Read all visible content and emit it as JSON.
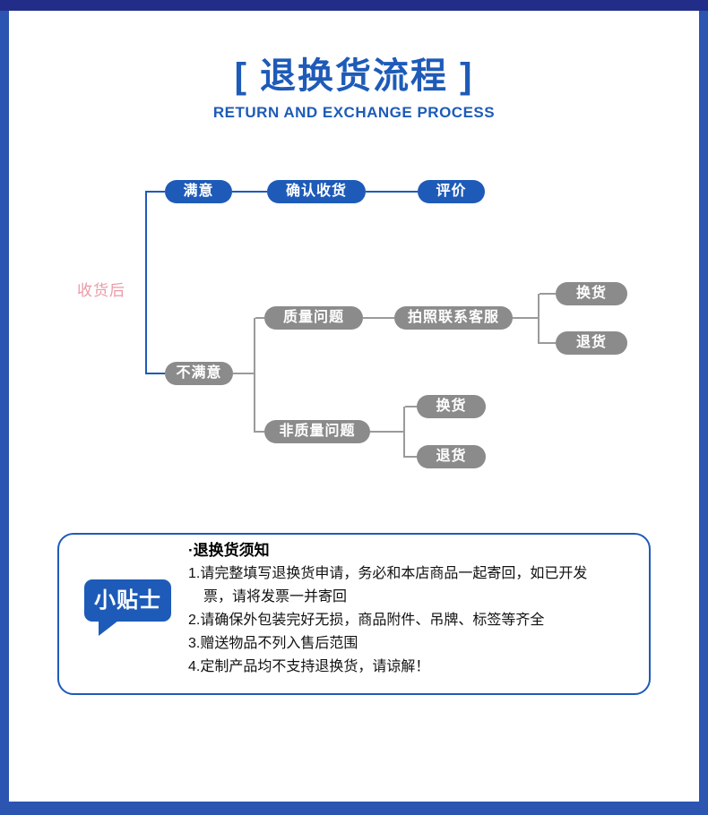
{
  "header": {
    "title": "[ 退换货流程 ]",
    "subtitle": "RETURN AND EXCHANGE PROCESS"
  },
  "flow": {
    "receipt_label": "收货后",
    "nodes": {
      "satisfied": "满意",
      "confirm": "确认收货",
      "review": "评价",
      "unsatisfied": "不满意",
      "quality": "质量问题",
      "contact": "拍照联系客服",
      "exchange_a": "换货",
      "return_a": "退货",
      "nonquality": "非质量问题",
      "exchange_b": "换货",
      "return_b": "退货"
    }
  },
  "tips": {
    "badge": "小贴士",
    "heading": "·退换货须知",
    "lines": [
      "1.请完整填写退换货申请，务必和本店商品一起寄回，如已开发",
      "票，请将发票一并寄回",
      "2.请确保外包装完好无损，商品附件、吊牌、标签等齐全",
      "3.赠送物品不列入售后范围",
      "4.定制产品均不支持退换货，请谅解！"
    ]
  },
  "colors": {
    "primary_blue": "#1e5bb8",
    "frame_blue": "#2c55b2",
    "top_strip": "#222d89",
    "gray_node": "#8b8b8b",
    "line_gray": "#9a9a9a",
    "pink_label": "#eb9aa6"
  }
}
